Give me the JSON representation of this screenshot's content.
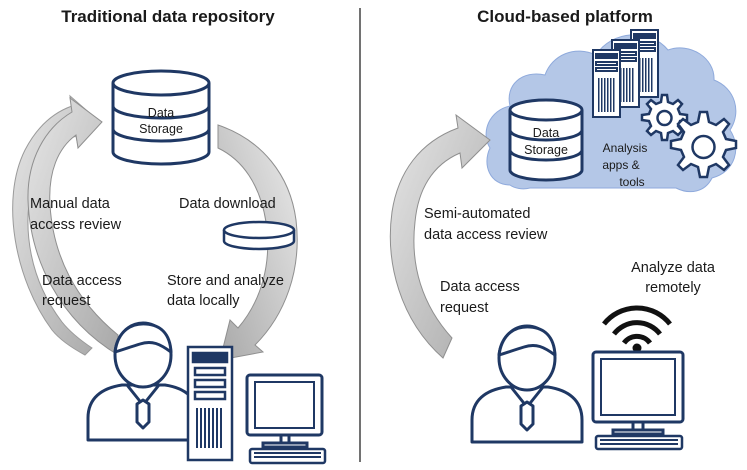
{
  "left": {
    "title": "Traditional data repository",
    "storage": [
      "Data",
      "Storage"
    ],
    "manual_review": [
      "Manual data",
      "access review"
    ],
    "data_download": "Data download",
    "access_request": [
      "Data access",
      "request"
    ],
    "store_analyze": [
      "Store and analyze",
      "data locally"
    ]
  },
  "right": {
    "title": "Cloud-based platform",
    "storage": [
      "Data",
      "Storage"
    ],
    "analysis": [
      "Analysis",
      "apps &",
      "tools"
    ],
    "semi_review": [
      "Semi-automated",
      "data access review"
    ],
    "access_request": [
      "Data access",
      "request"
    ],
    "analyze_remote": [
      "Analyze data",
      "remotely"
    ]
  },
  "colors": {
    "navy": "#1f3864",
    "cloud": "#b4c7e7",
    "arrow_gray": "#c9c9c9",
    "divider": "#444444"
  }
}
